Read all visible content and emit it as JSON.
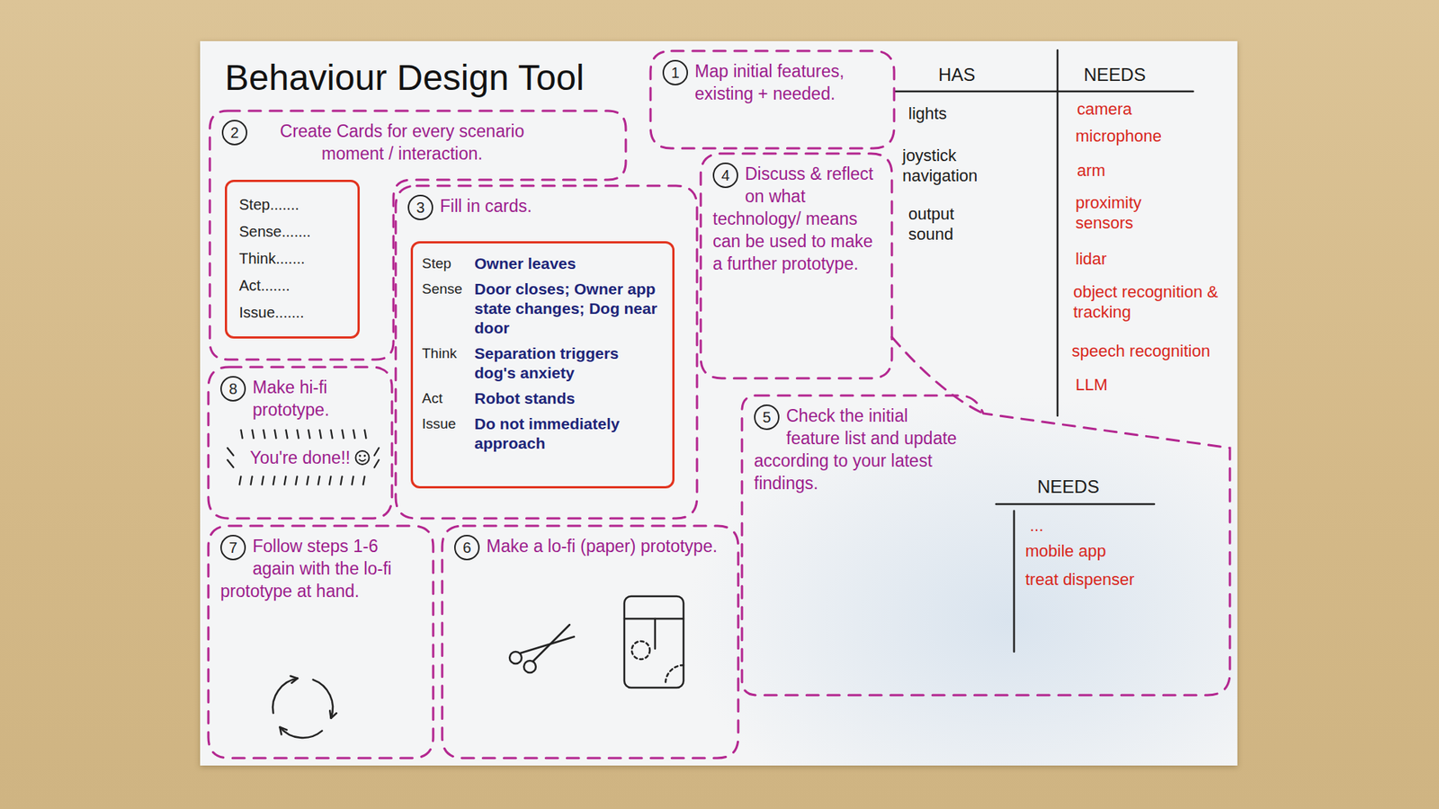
{
  "diagram": {
    "title": "Behaviour Design Tool",
    "nodes": [
      {
        "text": [
          "1",
          "Map initial features, existing + needed."
        ]
      },
      {
        "text": [
          "2",
          "Create Cards for every scenario moment / interaction."
        ]
      },
      {
        "text": [
          "Step.......",
          "Sense.......",
          "Think.......",
          "Act.......",
          "Issue......."
        ],
        "in": 1
      },
      {
        "text": [
          "3",
          "Fill in cards."
        ]
      },
      {
        "text": [
          "Step",
          "Owner leaves",
          "Sense",
          "Door closes; Owner app state changes; Dog near door",
          "Think",
          "Separation triggers dog's anxiety",
          "Act",
          "Robot stands",
          "Issue",
          "Do not immediately approach"
        ],
        "in": 3
      },
      {
        "text": [
          "4",
          "Discuss & reflect on what technology/ means can be used to make a further prototype."
        ]
      },
      {
        "text": [
          "5",
          "Check the initial feature list and update according to your latest findings."
        ]
      },
      {
        "text": [
          "6",
          "Make a lo-fi (paper) prototype."
        ]
      },
      {
        "text": [
          "7",
          "Follow steps 1-6 again with the lo-fi prototype at hand."
        ]
      },
      {
        "text": [
          "8",
          "Make hi-fi prototype.",
          "You're done!!"
        ]
      }
    ],
    "labels": [
      "HAS",
      "NEEDS",
      "lights",
      "joystick navigation",
      "output sound",
      "camera",
      "microphone",
      "arm",
      "proximity sensors",
      "lidar",
      "object recognition & tracking",
      "speech recognition",
      "LLM",
      "NEEDS",
      "...",
      "mobile app",
      "treat dispenser"
    ]
  }
}
